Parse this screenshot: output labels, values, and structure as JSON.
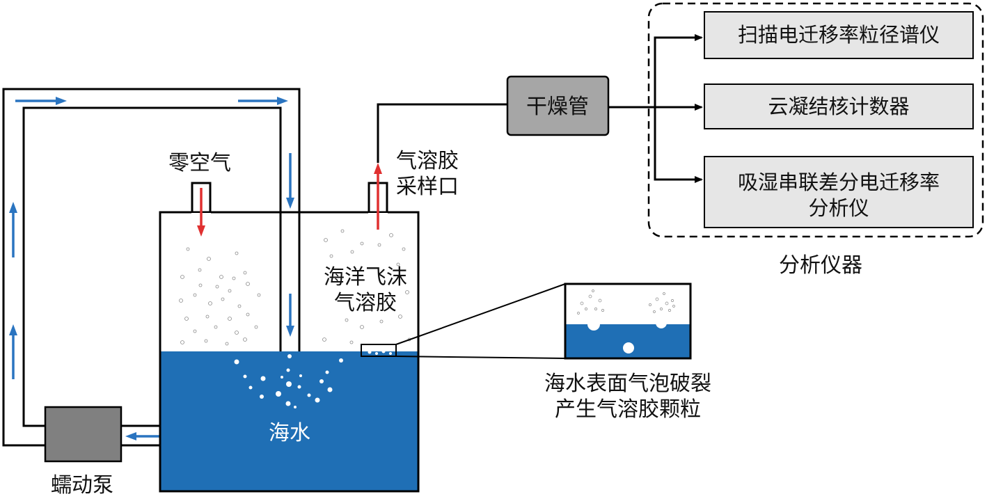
{
  "labels": {
    "zero_air": "零空气",
    "aerosol_port_line1": "气溶胶",
    "aerosol_port_line2": "采样口",
    "sea_spray_line1": "海洋飞沫",
    "sea_spray_line2": "气溶胶",
    "seawater": "海水",
    "pump": "蠕动泵",
    "bubble_burst_line1": "海水表面气泡破裂",
    "bubble_burst_line2": "产生气溶胶颗粒",
    "drying_tube": "干燥管",
    "analyzers_group": "分析仪器"
  },
  "instruments": [
    {
      "line1": "扫描电迁移率粒径谱仪",
      "line2": ""
    },
    {
      "line1": "云凝结核计数器",
      "line2": ""
    },
    {
      "line1": "吸湿串联差分电迁移率",
      "line2": "分析仪"
    }
  ],
  "colors": {
    "water": "#1f6fb5",
    "flow_arrow": "#2a74c0",
    "air_arrow": "#e03030",
    "pump_fill": "#808080",
    "box_fill": "#e6e6e6",
    "drying_tube_fill": "#a6a6a6"
  }
}
